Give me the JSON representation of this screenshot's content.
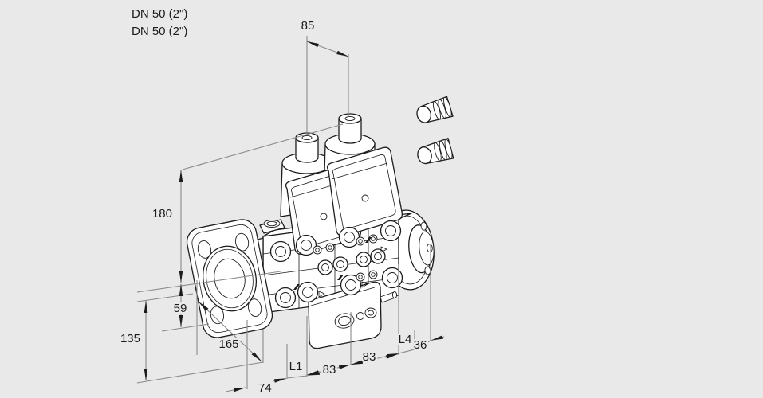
{
  "colors": {
    "background": "#e9e9e9",
    "drawing_line": "#1c1c1c",
    "dimension_line": "#8a8a8a",
    "text": "#1c1c1c"
  },
  "labels": {
    "dn_line1": "DN 50 (2\")",
    "dn_line2": "DN 50 (2\")"
  },
  "dims": {
    "solenoid_pitch": "85",
    "height_top": "180",
    "height_center_to_body": "59",
    "height_total_below": "135",
    "length_flange": "165",
    "offset_74": "74",
    "l1": "L1",
    "module_left": "83",
    "module_right": "83",
    "l4": "L4",
    "end_36": "36"
  }
}
